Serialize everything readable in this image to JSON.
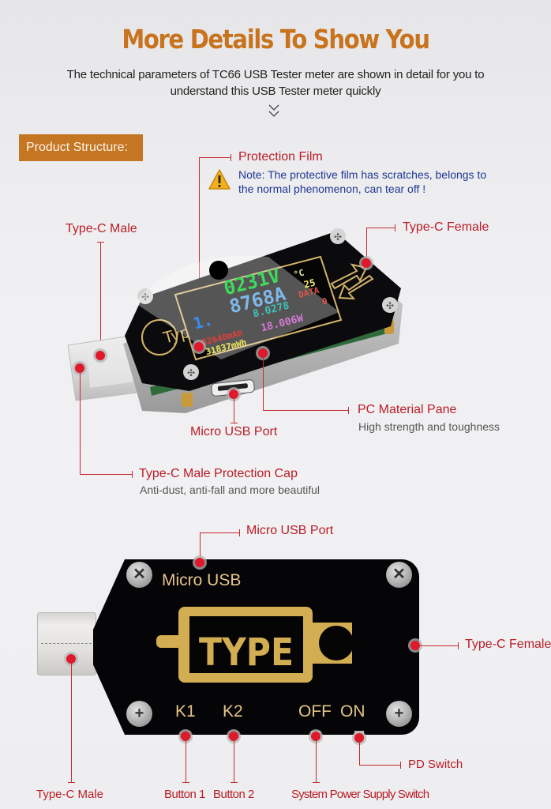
{
  "header": {
    "title": "More Details To Show You",
    "subtitle": "The technical parameters of TC66 USB Tester meter are shown in detail for you to understand this USB Tester meter quickly",
    "scroll_hint_icon": "double-chevron-down-icon"
  },
  "section": {
    "badge_label": "Product Structure:"
  },
  "colors": {
    "headline": "#c8731d",
    "badge_bg": "#c57623",
    "callout_label": "#b81d26",
    "note_text": "#1f3792",
    "description_text": "#555555",
    "device_gold": "#e4c58a"
  },
  "top_view": {
    "callouts": {
      "protection_film": {
        "label": "Protection Film",
        "note": "Note: The protective film has scratches, belongs to the normal phenomenon, can tear off !",
        "note_line1": "Note: The protective film has scratches, belongs to",
        "note_line2": "the normal phenomenon, can tear off !",
        "icon": "warning-icon"
      },
      "type_c_male": {
        "label": "Type-C Male"
      },
      "type_c_female": {
        "label": "Type-C Female"
      },
      "pc_material_pane": {
        "label": "PC Material Pane",
        "description": "High strength and toughness"
      },
      "micro_usb_port": {
        "label": "Micro USB Port"
      },
      "protection_cap": {
        "label": "Type-C Male Protection Cap",
        "description": "Anti-dust, anti-fall and more beautiful"
      }
    },
    "lcd": {
      "voltage": "0231V",
      "current": "8768A",
      "temp_unit": "°C",
      "temp_value": "25",
      "data_label": "DATA",
      "data_value": "0",
      "line3_left": "1.",
      "line3_right": "8.0278",
      "power": "18.006W",
      "mah": "02640mAh",
      "mwh": "31837mWh",
      "logo": "Type"
    }
  },
  "bottom_view": {
    "device_labels": {
      "micro_usb": "Micro USB",
      "logo": "TYPE C",
      "k1": "K1",
      "k2": "K2",
      "off": "OFF",
      "on": "ON"
    },
    "callouts": {
      "micro_usb_port": {
        "label": "Micro USB Port"
      },
      "type_c_female": {
        "label": "Type-C Female"
      },
      "type_c_male": {
        "label": "Type-C Male"
      },
      "button_1": {
        "label": "Button 1"
      },
      "button_2": {
        "label": "Button 2"
      },
      "system_power_switch": {
        "label": "System Power Supply Switch"
      },
      "pd_switch": {
        "label": "PD Switch"
      }
    }
  }
}
